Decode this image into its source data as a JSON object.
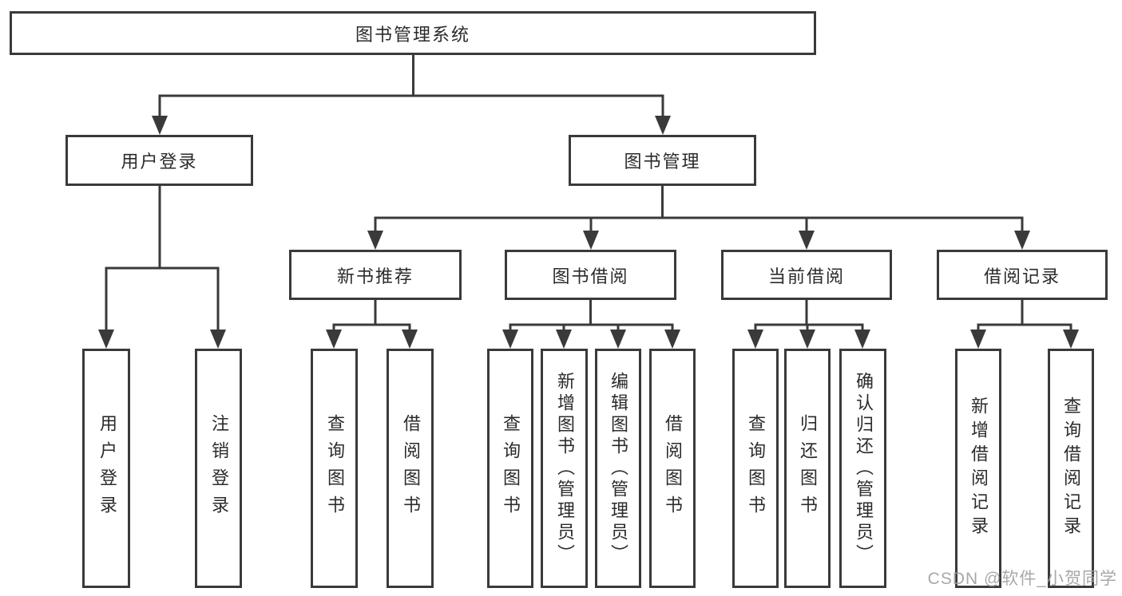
{
  "root_label": "图书管理系统",
  "branches": {
    "user": {
      "label": "用户登录",
      "children": [
        {
          "label": "用户登录"
        },
        {
          "label": "注销登录"
        }
      ]
    },
    "book": {
      "label": "图书管理",
      "sections": [
        {
          "label": "新书推荐",
          "children": [
            {
              "label": "查询图书"
            },
            {
              "label": "借阅图书"
            }
          ]
        },
        {
          "label": "图书借阅",
          "children": [
            {
              "label": "查询图书"
            },
            {
              "label": "新增图书（管理员）"
            },
            {
              "label": "编辑图书（管理员）"
            },
            {
              "label": "借阅图书"
            }
          ]
        },
        {
          "label": "当前借阅",
          "children": [
            {
              "label": "查询图书"
            },
            {
              "label": "归还图书"
            },
            {
              "label": "确认归还（管理员）"
            }
          ]
        },
        {
          "label": "借阅记录",
          "children": [
            {
              "label": "新增借阅记录"
            },
            {
              "label": "查询借阅记录"
            }
          ]
        }
      ]
    }
  },
  "watermark": {
    "text": "CSDN @软件_小贺同学"
  },
  "colors": {
    "line": "#3a3a3a",
    "box_border": "#3a3a3a",
    "box_background": "#ffffff",
    "text": "#2b2b2b",
    "watermark": "#9e9e9e"
  }
}
